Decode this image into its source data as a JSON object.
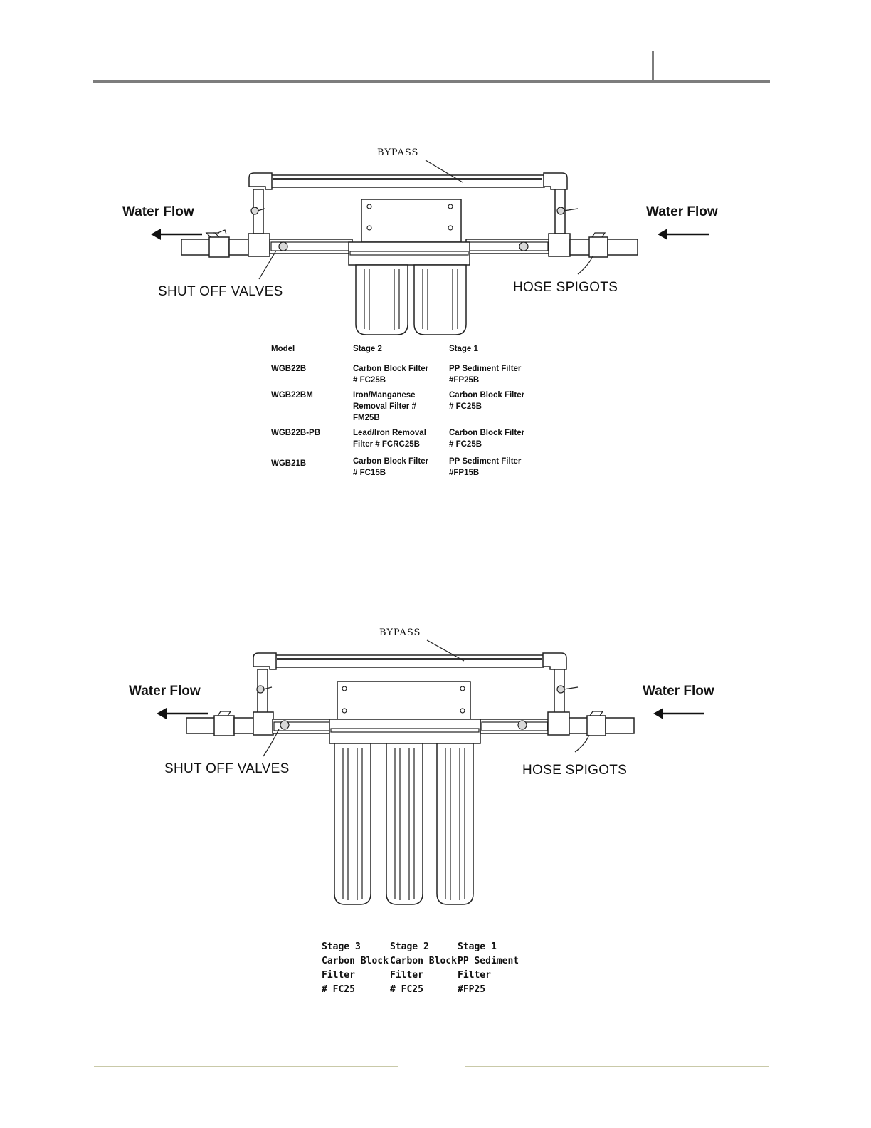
{
  "diagram1": {
    "bypass_label": "BYPASS",
    "water_flow_left": "Water Flow",
    "water_flow_right": "Water Flow",
    "shut_off_label": "SHUT OFF VALVES",
    "hose_label": "HOSE SPIGOTS",
    "table": {
      "headers": [
        "Model",
        "Stage 2",
        "Stage 1"
      ],
      "rows": [
        {
          "model": "WGB22B",
          "stage2": "Carbon Block  Filter\n# FC25B",
          "stage1": "PP Sediment Filter\n#FP25B"
        },
        {
          "model": "WGB22BM",
          "stage2": "Iron/Manganese\nRemoval Filter #\nFM25B",
          "stage1": "Carbon Block Filter\n# FC25B"
        },
        {
          "model": "WGB22B-PB",
          "stage2": "Lead/Iron Removal\nFilter # FCRC25B",
          "stage1": "Carbon Block  Filter\n# FC25B"
        },
        {
          "model": "WGB21B",
          "stage2": "Carbon Block  Filter\n# FC15B",
          "stage1": "PP Sediment Filter\n#FP15B"
        }
      ]
    }
  },
  "diagram2": {
    "bypass_label": "BYPASS",
    "water_flow_left": "Water Flow",
    "water_flow_right": "Water Flow",
    "shut_off_label": "SHUT OFF VALVES",
    "hose_label": "HOSE SPIGOTS",
    "stages": [
      "Stage 3\nCarbon Block\nFilter\n# FC25",
      "Stage 2\nCarbon Block\nFilter\n# FC25",
      "Stage 1\nPP Sediment\n Filter\n#FP25"
    ]
  }
}
